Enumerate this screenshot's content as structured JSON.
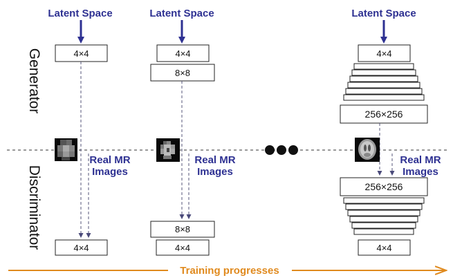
{
  "latent_label": "Latent Space",
  "real_label_line1": "Real MR",
  "real_label_line2": "Images",
  "generator_label": "Generator",
  "discriminator_label": "Discriminator",
  "progress_label": "Training progresses",
  "ellipsis_dots": "3",
  "stage1": {
    "gen_boxes": [
      "4×4"
    ],
    "disc_boxes": [
      "4×4"
    ]
  },
  "stage2": {
    "gen_boxes": [
      "4×4",
      "8×8"
    ],
    "disc_boxes": [
      "8×8",
      "4×4"
    ]
  },
  "stage3": {
    "gen_top": "4×4",
    "gen_bottom": "256×256",
    "disc_top": "256×256",
    "disc_bottom": "4×4"
  },
  "colors": {
    "arrow_blue": "#2e3192",
    "progress_orange": "#e08a1e"
  }
}
